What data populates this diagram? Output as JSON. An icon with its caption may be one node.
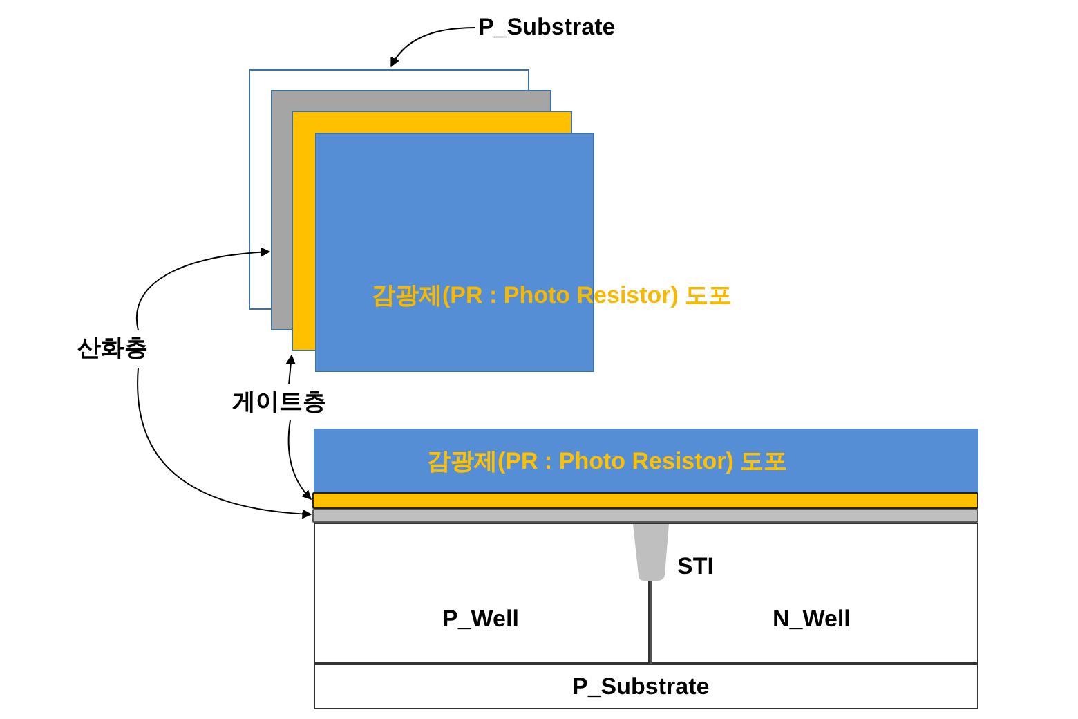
{
  "diagram": {
    "nodes": [
      {
        "text": [
          "P_Substrate"
        ]
      },
      {
        "text": [],
        "shape": "box"
      },
      {
        "text": [],
        "shape": "box"
      },
      {
        "text": [],
        "shape": "box"
      },
      {
        "text": [
          "감광제(PR : Photo Resistor) 도포"
        ]
      },
      {
        "text": [
          "산화층"
        ]
      },
      {
        "text": [
          "게이트층"
        ]
      },
      {
        "text": [
          "감광제(PR : Photo Resistor) 도포"
        ]
      },
      {
        "text": [],
        "shape": "bar"
      },
      {
        "text": [],
        "shape": "bar"
      },
      {
        "text": [
          "P_Well"
        ]
      },
      {
        "text": [
          "N_Well"
        ]
      },
      {
        "text": [
          "STI"
        ],
        "in": 11
      },
      {
        "text": [
          "P_Substrate"
        ]
      }
    ],
    "edges": [
      {
        "from": 0,
        "to": 1,
        "arrow": "to"
      },
      {
        "from": 5,
        "to": 2,
        "arrow": "to"
      },
      {
        "from": 5,
        "to": 9,
        "arrow": "to"
      },
      {
        "from": 6,
        "to": 3,
        "arrow": "to"
      },
      {
        "from": 6,
        "to": 8,
        "arrow": "to"
      }
    ]
  }
}
